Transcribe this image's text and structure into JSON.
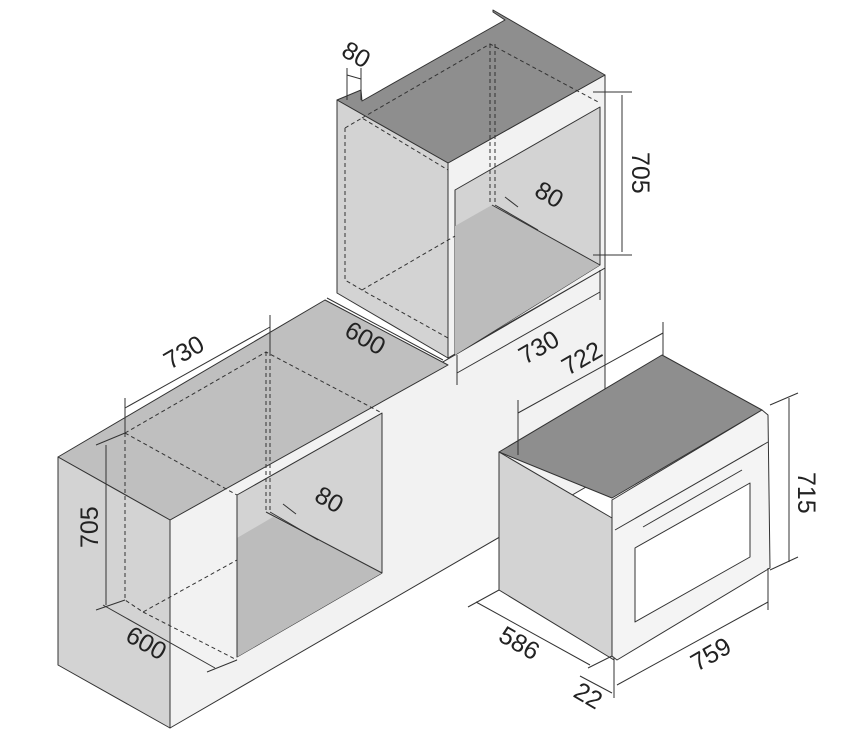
{
  "diagram": {
    "title": "Built-in oven installation dimensions",
    "colors": {
      "top": "#8e8e8e",
      "side": "#d3d3d3",
      "front": "#f2f2f2",
      "floor": "#bcbcbc",
      "counter_top": "#bfbfbf"
    },
    "tall_cabinet": {
      "rear_gap": "80",
      "vent_gap": "80",
      "height": "705",
      "depth": "600",
      "width": "730"
    },
    "base_cabinet": {
      "width": "730",
      "height": "705",
      "depth": "600",
      "vent_gap": "80"
    },
    "oven": {
      "top_width": "722",
      "height": "715",
      "depth": "586",
      "front_thickness": "22",
      "front_width": "759"
    }
  }
}
